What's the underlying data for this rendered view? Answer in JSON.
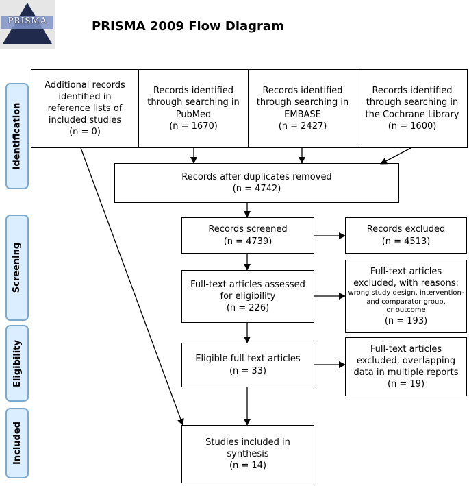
{
  "title": "PRISMA 2009 Flow Diagram",
  "logo": {
    "text": "PRISMA"
  },
  "phases": {
    "identification": "Identification",
    "screening": "Screening",
    "eligibility": "Eligibility",
    "included": "Included"
  },
  "boxes": {
    "additional": [
      "Additional records",
      "identified in",
      "reference lists of",
      "included studies",
      "(n = 0)"
    ],
    "pubmed": [
      "Records identified",
      "through searching in",
      "PubMed",
      "(n = 1670)"
    ],
    "embase": [
      "Records identified",
      "through searching in",
      "EMBASE",
      "(n = 2427)"
    ],
    "cochrane": [
      "Records identified",
      "through searching in",
      "the Cochrane Library",
      "(n = 1600)"
    ],
    "duplicates": [
      "Records after duplicates removed",
      "(n = 4742)"
    ],
    "screened": [
      "Records screened",
      "(n = 4739)"
    ],
    "excluded": [
      "Records excluded",
      "(n = 4513)"
    ],
    "fulltext": [
      "Full-text articles assessed",
      "for eligibility",
      "(n = 226)"
    ],
    "fulltext_excluded": {
      "heading": [
        "Full-text articles",
        "excluded, with reasons:"
      ],
      "reasons": [
        "wrong study design, intervention-",
        "and comparator group,",
        "or outcome"
      ],
      "count": "(n = 193)"
    },
    "eligible": [
      "Eligible full-text articles",
      "(n = 33)"
    ],
    "overlap_excluded": [
      "Full-text articles",
      "excluded, overlapping",
      "data in multiple reports",
      "(n = 19)"
    ],
    "included": [
      "Studies included in",
      "synthesis",
      "(n = 14)"
    ]
  }
}
